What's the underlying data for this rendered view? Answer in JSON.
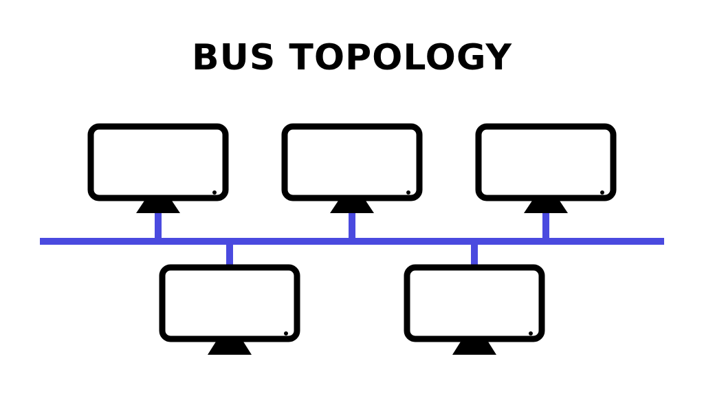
{
  "title": "BUS TOPOLOGY",
  "colors": {
    "bus": "#4a4adf",
    "monitor": "#000000",
    "screen": "#ffffff",
    "background": "#ffffff"
  },
  "nodes": [
    {
      "name": "computer-1",
      "row": "top",
      "icon": "monitor-icon"
    },
    {
      "name": "computer-2",
      "row": "top",
      "icon": "monitor-icon"
    },
    {
      "name": "computer-3",
      "row": "top",
      "icon": "monitor-icon"
    },
    {
      "name": "computer-4",
      "row": "bottom",
      "icon": "monitor-icon"
    },
    {
      "name": "computer-5",
      "row": "bottom",
      "icon": "monitor-icon"
    }
  ]
}
